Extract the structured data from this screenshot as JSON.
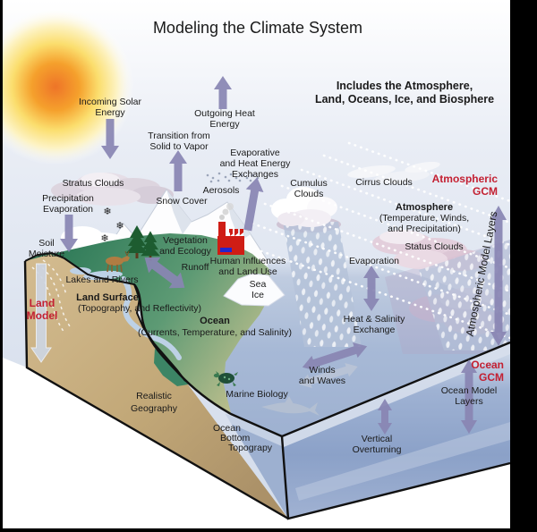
{
  "title": "Modeling the Climate System",
  "subtitle": [
    "Includes the Atmosphere,",
    "Land, Oceans, Ice, and Biosphere"
  ],
  "labels": {
    "incoming_solar": [
      "Incoming Solar",
      "Energy"
    ],
    "outgoing_heat": [
      "Outgoing Heat",
      "Energy"
    ],
    "transition_vapor": [
      "Transition from",
      "Solid to Vapor"
    ],
    "evaporative_exchanges": [
      "Evaporative",
      "and Heat Energy",
      "Exchanges"
    ],
    "aerosols": [
      "Aerosols"
    ],
    "stratus_clouds": [
      "Stratus Clouds"
    ],
    "precipitation_evaporation": [
      "Precipitation",
      "Evaporation"
    ],
    "snow_cover": [
      "Snow Cover"
    ],
    "soil_moisture": [
      "Soil",
      "Moisture"
    ],
    "vegetation_ecology": [
      "Vegetation",
      "and Ecology"
    ],
    "runoff": [
      "Runoff"
    ],
    "human_influences": [
      "Human Influences",
      "and Land Use"
    ],
    "lakes_rivers": [
      "Lakes and Rivers"
    ],
    "land_surface": [
      "Land Surface",
      "(Topography, and Reflectivity)"
    ],
    "land_model": [
      "Land",
      "Model"
    ],
    "ocean": [
      "Ocean",
      "(Currents, Temperature, and Salinity)"
    ],
    "sea_ice": [
      "Sea",
      "Ice"
    ],
    "cumulus_clouds": [
      "Cumulus",
      "Clouds"
    ],
    "cirrus_clouds": [
      "Cirrus Clouds"
    ],
    "atmospheric_gcm": [
      "Atmospheric",
      "GCM"
    ],
    "atmosphere": [
      "Atmosphere",
      "(Temperature, Winds,",
      "and Precipitation)"
    ],
    "status_clouds": [
      "Status Clouds"
    ],
    "evaporation": [
      "Evaporation"
    ],
    "heat_salinity": [
      "Heat & Salinity",
      "Exchange"
    ],
    "atmospheric_model_layers": [
      "Atmospheric Model Layers"
    ],
    "winds_waves": [
      "Winds",
      "and Waves"
    ],
    "marine_biology": [
      "Marine Biology"
    ],
    "realistic_geography": [
      "Realistic",
      "Geography"
    ],
    "ocean_bottom_topography": [
      "Ocean",
      "Bottom",
      "Topograpy"
    ],
    "vertical_overturning": [
      "Vertical",
      "Overturning"
    ],
    "ocean_gcm": [
      "Ocean",
      "GCM"
    ],
    "ocean_model_layers": [
      "Ocean Model",
      "Layers"
    ]
  },
  "colors": {
    "red_accent": "#c32032",
    "arrow_purple": "#8986b3",
    "arrow_gray": "#bac4d6",
    "sun_core": "#ee7428",
    "sky": "#dde4f0",
    "ocean": "#a5b8d6",
    "land_tan": "#c4aa7a",
    "vegetation_green": "#3f8a68",
    "factory_red": "#cf1d15"
  }
}
